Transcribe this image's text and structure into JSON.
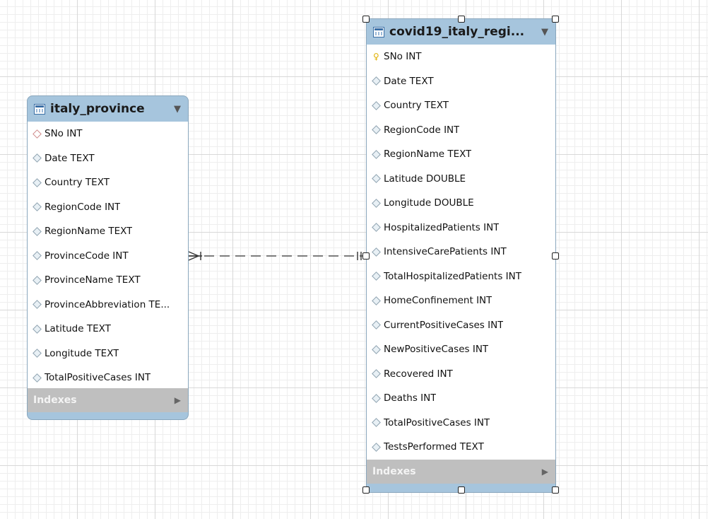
{
  "tables": [
    {
      "name": "italy_province",
      "columns": [
        {
          "label": "SNo INT",
          "kind": "fk-diamond"
        },
        {
          "label": "Date TEXT",
          "kind": "column"
        },
        {
          "label": "Country TEXT",
          "kind": "column"
        },
        {
          "label": "RegionCode INT",
          "kind": "column"
        },
        {
          "label": "RegionName TEXT",
          "kind": "column"
        },
        {
          "label": "ProvinceCode INT",
          "kind": "column"
        },
        {
          "label": "ProvinceName TEXT",
          "kind": "column"
        },
        {
          "label": "ProvinceAbbreviation TE...",
          "kind": "column"
        },
        {
          "label": "Latitude TEXT",
          "kind": "column"
        },
        {
          "label": "Longitude TEXT",
          "kind": "column"
        },
        {
          "label": "TotalPositiveCases INT",
          "kind": "column"
        }
      ],
      "indexes_label": "Indexes"
    },
    {
      "name": "covid19_italy_regi...",
      "columns": [
        {
          "label": "SNo INT",
          "kind": "primary-key"
        },
        {
          "label": "Date TEXT",
          "kind": "column"
        },
        {
          "label": "Country TEXT",
          "kind": "column"
        },
        {
          "label": "RegionCode INT",
          "kind": "column"
        },
        {
          "label": "RegionName TEXT",
          "kind": "column"
        },
        {
          "label": "Latitude DOUBLE",
          "kind": "column"
        },
        {
          "label": "Longitude DOUBLE",
          "kind": "column"
        },
        {
          "label": "HospitalizedPatients INT",
          "kind": "column"
        },
        {
          "label": "IntensiveCarePatients INT",
          "kind": "column"
        },
        {
          "label": "TotalHospitalizedPatients INT",
          "kind": "column"
        },
        {
          "label": "HomeConfinement INT",
          "kind": "column"
        },
        {
          "label": "CurrentPositiveCases INT",
          "kind": "column"
        },
        {
          "label": "NewPositiveCases INT",
          "kind": "column"
        },
        {
          "label": "Recovered INT",
          "kind": "column"
        },
        {
          "label": "Deaths INT",
          "kind": "column"
        },
        {
          "label": "TotalPositiveCases INT",
          "kind": "column"
        },
        {
          "label": "TestsPerformed TEXT",
          "kind": "column"
        }
      ],
      "indexes_label": "Indexes"
    }
  ],
  "relationship": {
    "from_table": "italy_province",
    "to_table": "covid19_italy_regi...",
    "style": "dashed",
    "from_end": "many",
    "to_end": "one"
  },
  "colors": {
    "header_bg": "#a6c5dd",
    "indexes_bg": "#bfbfbf",
    "grid_line": "#d8d8d8",
    "primary_key": "#e0b000"
  },
  "icons": {
    "table": "table-icon",
    "dropdown": "dropdown-arrow-icon",
    "column": "column-diamond-icon",
    "key": "primary-key-icon",
    "expand": "expand-arrow-icon"
  }
}
